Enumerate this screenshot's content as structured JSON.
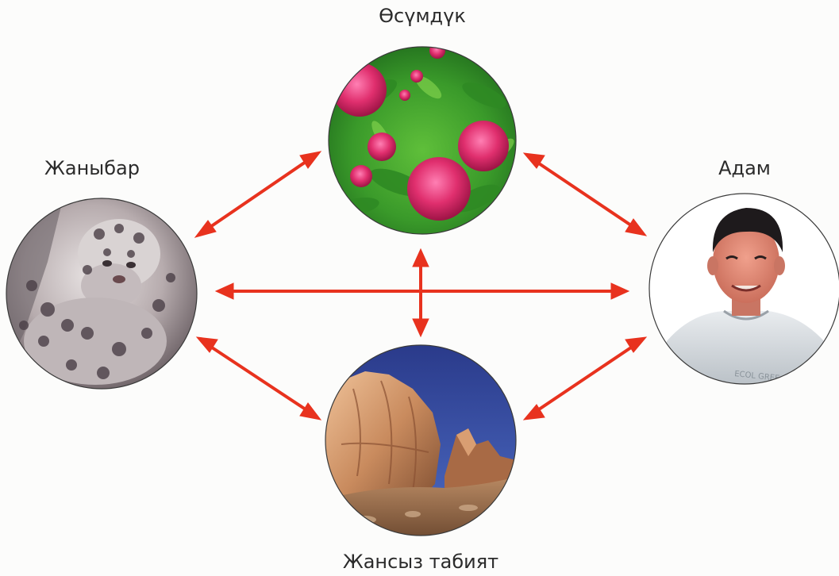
{
  "nodes": {
    "plant": {
      "label": "Өсүмдүк"
    },
    "animal": {
      "label": "Жаныбар"
    },
    "human": {
      "label": "Адам"
    },
    "nonlive": {
      "label": "Жансыз табият"
    }
  },
  "colors": {
    "arrow": "#e8321e",
    "background": "#fcfcfb"
  }
}
